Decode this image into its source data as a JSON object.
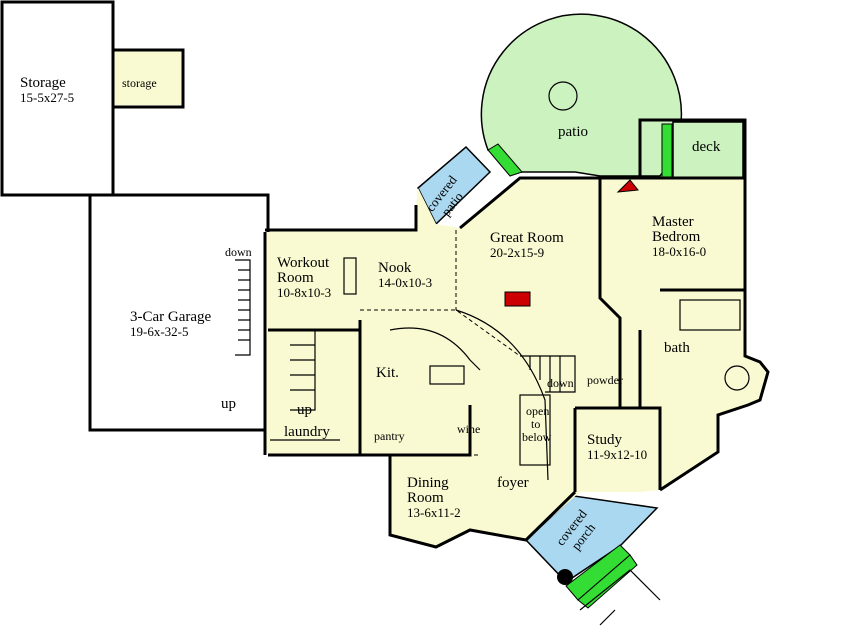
{
  "colors": {
    "interior": "#fafad2",
    "patio": "#ccf2c0",
    "covered": "#a9d8f0",
    "step": "#33dd33",
    "fireplace": "#cc0000",
    "wall": "#000000"
  },
  "labels": {
    "storage_title": "Storage",
    "storage_dim": "15-5x27-5",
    "storage_small": "storage",
    "garage_title": "3-Car Garage",
    "garage_dim": "19-6x-32-5",
    "workout_title_1": "Workout",
    "workout_title_2": "Room",
    "workout_dim": "10-8x10-3",
    "nook_title": "Nook",
    "nook_dim": "14-0x10-3",
    "great_title": "Great Room",
    "great_dim": "20-2x15-9",
    "master_title_1": "Master",
    "master_title_2": "Bedrom",
    "master_dim": "18-0x16-0",
    "kit": "Kit.",
    "laundry": "laundry",
    "pantry": "pantry",
    "wine": "wine",
    "dining_title_1": "Dining",
    "dining_title_2": "Room",
    "dining_dim": "13-6x11-2",
    "foyer": "foyer",
    "study_title": "Study",
    "study_dim": "11-9x12-10",
    "bath": "bath",
    "powder": "powder",
    "patio": "patio",
    "deck": "deck",
    "covered_patio_1": "covered",
    "covered_patio_2": "patio",
    "covered_porch_1": "covered",
    "covered_porch_2": "porch",
    "open_1": "open",
    "open_2": "to",
    "open_3": "below",
    "down_1": "down",
    "down_2": "down",
    "up_1": "up",
    "up_2": "up"
  }
}
